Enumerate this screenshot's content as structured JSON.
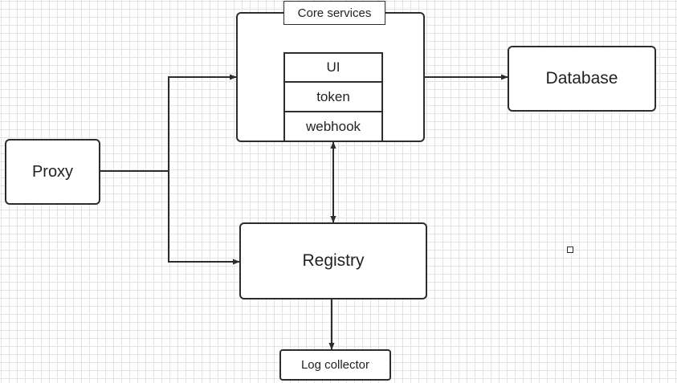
{
  "diagram": {
    "nodes": {
      "core_services": {
        "label": "Core services"
      },
      "ui": {
        "label": "UI"
      },
      "token": {
        "label": "token"
      },
      "webhook": {
        "label": "webhook"
      },
      "database": {
        "label": "Database"
      },
      "proxy": {
        "label": "Proxy"
      },
      "registry": {
        "label": "Registry"
      },
      "log_collector": {
        "label": "Log collector"
      }
    },
    "edges": [
      {
        "from": "proxy",
        "to": "core_services",
        "directed": true
      },
      {
        "from": "proxy",
        "to": "registry",
        "directed": true
      },
      {
        "from": "core_services",
        "to": "database",
        "directed": true
      },
      {
        "from": "webhook",
        "to": "registry",
        "directed": true,
        "bidirectional": true
      },
      {
        "from": "registry",
        "to": "log_collector",
        "directed": true
      }
    ],
    "colors": {
      "stroke": "#2d2d2d",
      "grid": "#e4e4e4",
      "fill": "#ffffff"
    }
  }
}
